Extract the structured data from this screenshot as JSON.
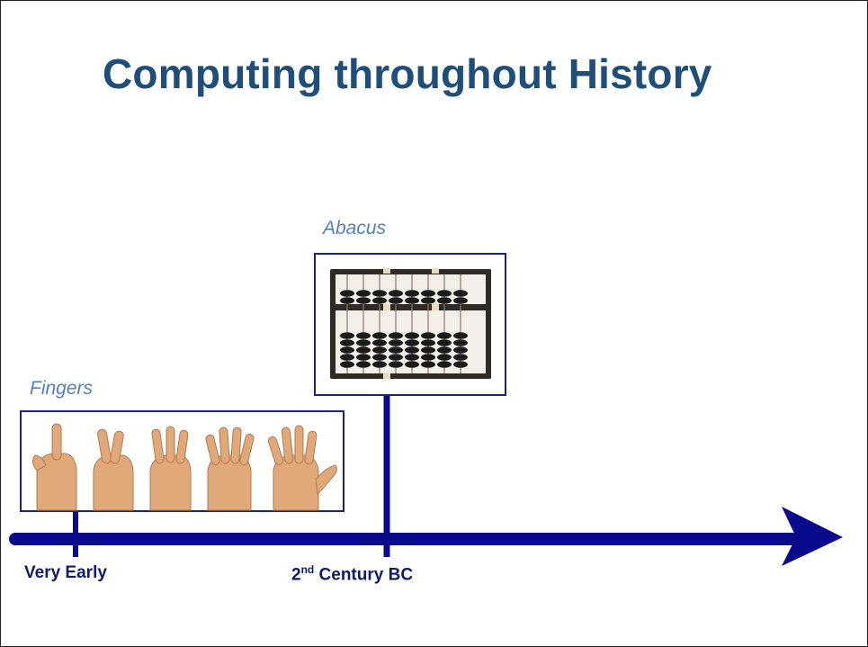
{
  "slide": {
    "title": "Computing throughout History"
  },
  "events": [
    {
      "caption": "Fingers",
      "label": "Very Early"
    },
    {
      "caption": "Abacus",
      "label_ordinal": "2",
      "label_suffix": "nd",
      "label_rest": " Century BC"
    }
  ],
  "colors": {
    "title": "#1f4e79",
    "caption": "#4f81bd",
    "timeline": "#0a0a8c",
    "label": "#0d1b6b"
  }
}
